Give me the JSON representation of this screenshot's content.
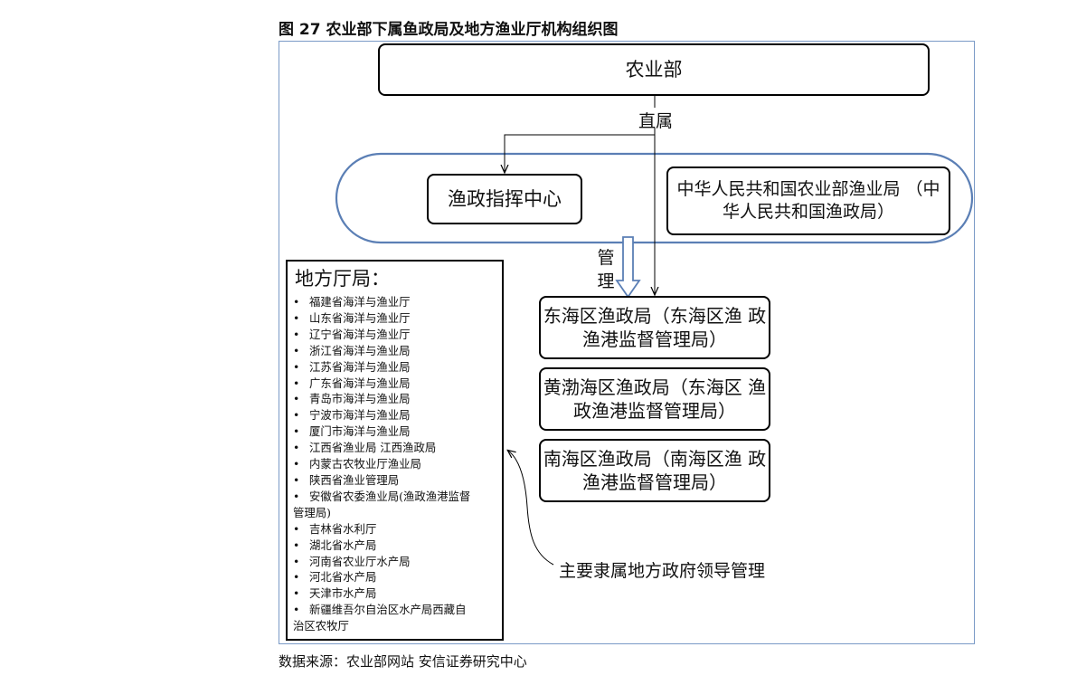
{
  "figure": {
    "title": "图 27 农业部下属鱼政局及地方渔业厅机构组织图",
    "source": "数据来源：农业部网站 安信证券研究中心"
  },
  "nodes": {
    "ministry": "农业部",
    "fishery_command_center": "渔政指挥中心",
    "fishery_bureau_line1": "中华人民共和国农业部渔业局",
    "fishery_bureau_line2": "（中华人民共和国渔政局）",
    "east_sea_line1": "东海区渔政局（东海区渔",
    "east_sea_line2": "政渔港监督管理局）",
    "bohai_line1": "黄渤海区渔政局（东海区",
    "bohai_line2": "渔政渔港监督管理局）",
    "south_sea_line1": "南海区渔政局（南海区渔",
    "south_sea_line2": "政渔港监督管理局）"
  },
  "edge_labels": {
    "direct": "直属",
    "manage": "管理",
    "local_gov": "主要隶属地方政府领导管理"
  },
  "local_departments": {
    "title": "地方厅局：",
    "bullet": "•",
    "items": [
      "福建省海洋与渔业厅",
      "山东省海洋与渔业厅",
      "辽宁省海洋与渔业厅",
      "浙江省海洋与渔业局",
      "江苏省海洋与渔业局",
      "广东省海洋与渔业局",
      "青岛市海洋与渔业局",
      "宁波市海洋与渔业局",
      "厦门市海洋与渔业局",
      "江西省渔业局 江西渔政局",
      "内蒙古农牧业厅渔业局",
      "陕西省渔业管理局",
      "安徽省农委渔业局(渔政渔港监督",
      "管理局)",
      "吉林省水利厅",
      "湖北省水产局",
      "河南省农业厅水产局",
      "河北省水产局",
      "天津市水产局",
      "新疆维吾尔自治区水产局西藏自",
      "治区农牧厅"
    ],
    "continuation_rows": [
      13,
      20
    ]
  },
  "colors": {
    "frame": "#7a9ac6",
    "capsule": "#5b7fb5",
    "hollow_arrow": "#5b7fb5",
    "lines": "#000000"
  }
}
